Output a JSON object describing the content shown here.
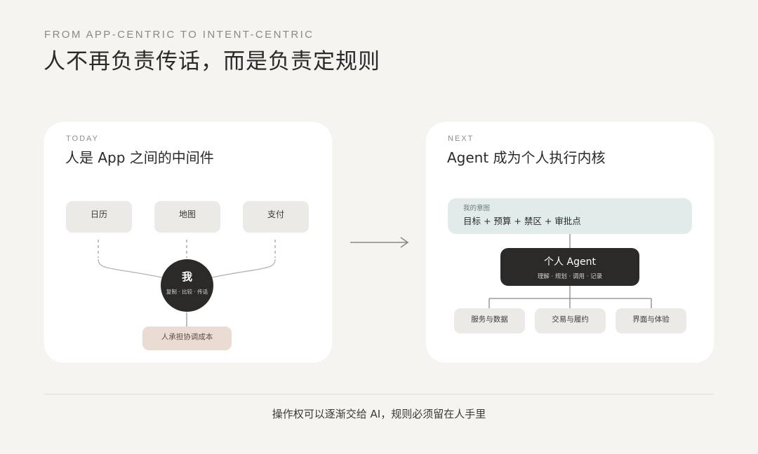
{
  "header": {
    "eyebrow": "FROM APP-CENTRIC TO INTENT-CENTRIC",
    "title": "人不再负责传话，而是负责定规则"
  },
  "today": {
    "eyebrow": "TODAY",
    "title": "人是 App 之间的中间件",
    "apps": [
      "日历",
      "地图",
      "支付"
    ],
    "me_label": "我",
    "me_sub": "复制 · 比较 · 传话",
    "cost_label": "人承担协调成本"
  },
  "next": {
    "eyebrow": "NEXT",
    "title": "Agent 成为个人执行内核",
    "intent_label": "我的意图",
    "intent_value": "目标 + 预算 + 禁区 + 审批点",
    "agent_title": "个人 Agent",
    "agent_sub": "理解 · 规划 · 调用 · 记录",
    "services": [
      "服务与数据",
      "交易与履约",
      "界面与体验"
    ]
  },
  "footer": {
    "text": "操作权可以逐渐交给 AI，规则必须留在人手里"
  },
  "colors": {
    "background": "#f5f4f0",
    "card": "#ffffff",
    "dark_node": "#2b2a29",
    "app_box": "#ebeae6",
    "cost_pill": "#eadcd3",
    "intent_box": "#e1ecea"
  }
}
